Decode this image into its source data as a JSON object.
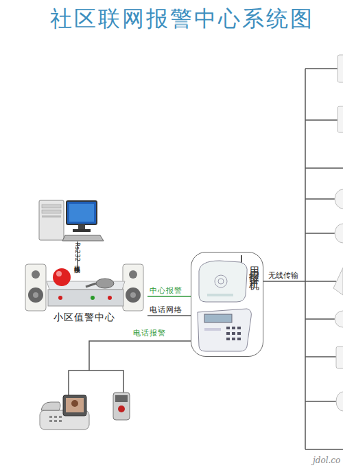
{
  "diagram": {
    "title": "社区联网报警中心系统图",
    "nodes": [
      {
        "text": [
          "小区值警中心"
        ]
      },
      {
        "text": [
          "用户报警主机"
        ]
      }
    ],
    "edges": [
      {
        "from": 0,
        "to": 1,
        "label": "中心报警",
        "arrow": "none"
      },
      {
        "from": 0,
        "to": 1,
        "label": "电话网络",
        "arrow": "none"
      }
    ],
    "labels": [
      "Rs232串口线连接",
      "电话报警",
      "无线传输",
      "jdol.co"
    ]
  }
}
